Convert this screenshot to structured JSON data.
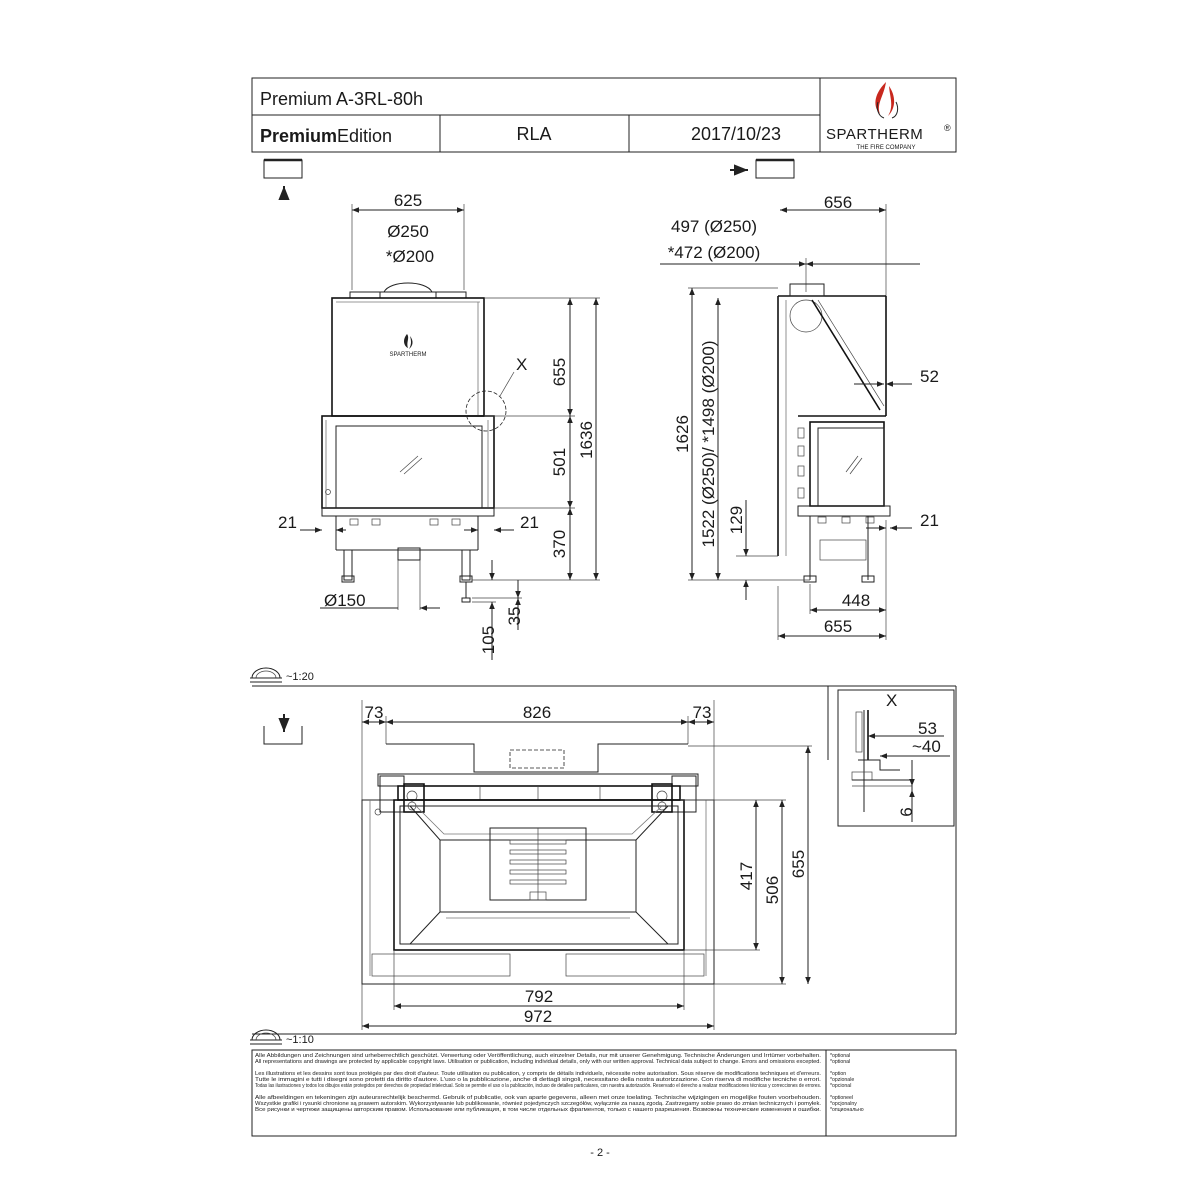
{
  "header": {
    "model": "Premium A-3RL-80h",
    "edition_bold": "Premium",
    "edition_rest": "Edition",
    "variant": "RLA",
    "date": "2017/10/23",
    "brand": "SPARTHERM",
    "brand_mark": "®",
    "tagline": "THE FIRE COMPANY",
    "flame_color": "#c8281e"
  },
  "front_view": {
    "width_top": "625",
    "flue_1": "Ø250",
    "flue_2": "*Ø200",
    "height_upper": "655",
    "height_total": "1636",
    "height_glass": "501",
    "height_base": "370",
    "side_left": "21",
    "side_right": "21",
    "air_inlet": "Ø150",
    "foot_1": "35",
    "foot_2": "105",
    "detail_label": "X",
    "logo_text": "SPARTHERM"
  },
  "side_view": {
    "depth_top": "656",
    "flue_offset_1": "497 (Ø250)",
    "flue_offset_2": "*472 (Ø200)",
    "height_total": "1626",
    "height_flue": "1522 (Ø250)/ *1498 (Ø200)",
    "height_base": "129",
    "offset_52": "52",
    "side_21": "21",
    "depth_base": "448",
    "depth_bottom": "655"
  },
  "scale_top": "~1:20",
  "scale_bottom": "~1:10",
  "plan_view": {
    "left_73": "73",
    "mid_826": "826",
    "right_73": "73",
    "depth_417": "417",
    "depth_506": "506",
    "depth_655": "655",
    "width_792": "792",
    "width_972": "972"
  },
  "detail_x": {
    "label": "X",
    "dim_53": "53",
    "dim_40": "~40",
    "dim_6": "6"
  },
  "disclaimer": [
    "Alle Abbildungen und Zeichnungen sind urheberrechtlich geschützt. Verwertung oder Veröffentlichung, auch einzelner Details, nur mit unserer Genehmigung. Technische Änderungen und Irrtümer vorbehalten.",
    "All representations and drawings are protected by applicable copyright laws. Utilisation or publication, including individual details, only with our written approval. Technical data subject to change. Errors and omissions excepted.",
    "Les illustrations et les dessins sont tous protégés par des droit d'auteur. Toute utilisation ou publication, y compris de détails individuels, nécessite notre autorisation. Sous réserve de modifications techniques et d'erreurs.",
    "Tutte le immagini e tutti i disegni sono protetti da diritto d'autore. L'uso o la pubblicazione, anche di dettagli singoli, necessitano della nostra autorizzazione. Con riserva di modifiche tecniche o errori.",
    "Todas las ilustraciones y todos los dibujos están protegidos por derechos de propiedad intelectual. Solo se permite el uso o la publicación, incluso de detalles particulares, con nuestra autorización. Reservado el derecho a realizar modificaciones técnicas y correcciones de errores.",
    "Alle afbeeldingen en tekeningen zijn auteursrechtelijk beschermd. Gebruik of publicatie, ook van aparte gegevens, alleen met onze toelating. Technische wijzigingen en mogelijke fouten voorbehouden.",
    "Wszystkie grafiki i rysunki chronione są prawem autorskim. Wykorzystywanie lub publikowanie, również pojedynczych szczegółów, wyłącznie za naszą zgodą. Zastrzegamy sobie prawo do zmian technicznych i pomyłek.",
    "Все рисунки и чертежи защищены авторским правом. Использование или публикация, в том числе отдельных фрагментов, только с нашего разрешения. Возможны технические изменения и ошибки."
  ],
  "optional_notes": [
    "*optional",
    "*optional",
    "*option",
    "*opzionale",
    "*opcional",
    "*optioneel",
    "*opcjonalny",
    "*опционально"
  ],
  "page_number": "- 2 -"
}
